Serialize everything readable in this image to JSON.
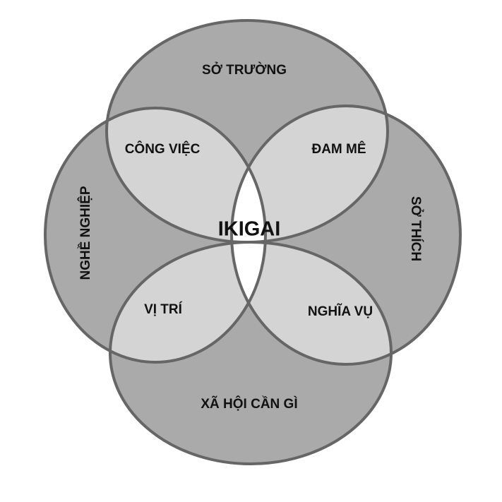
{
  "colors": {
    "circle_fill": "#aaaaaa",
    "pair_overlap_fill": "#d4d4d4",
    "center_fill": "#ffffff",
    "outline": "#666666",
    "text": "#111111"
  },
  "circles": {
    "top": "SỞ TRƯỜNG",
    "right": "SỞ THÍCH",
    "bottom": "XÃ HỘI CẦN GÌ",
    "left": "NGHỀ NGHIỆP"
  },
  "overlaps": {
    "top_left": "CÔNG VIỆC",
    "top_right": "ĐAM MÊ",
    "bottom_left": "VỊ TRÍ",
    "bottom_right": "NGHĨA VỤ"
  },
  "center": "IKIGAI"
}
